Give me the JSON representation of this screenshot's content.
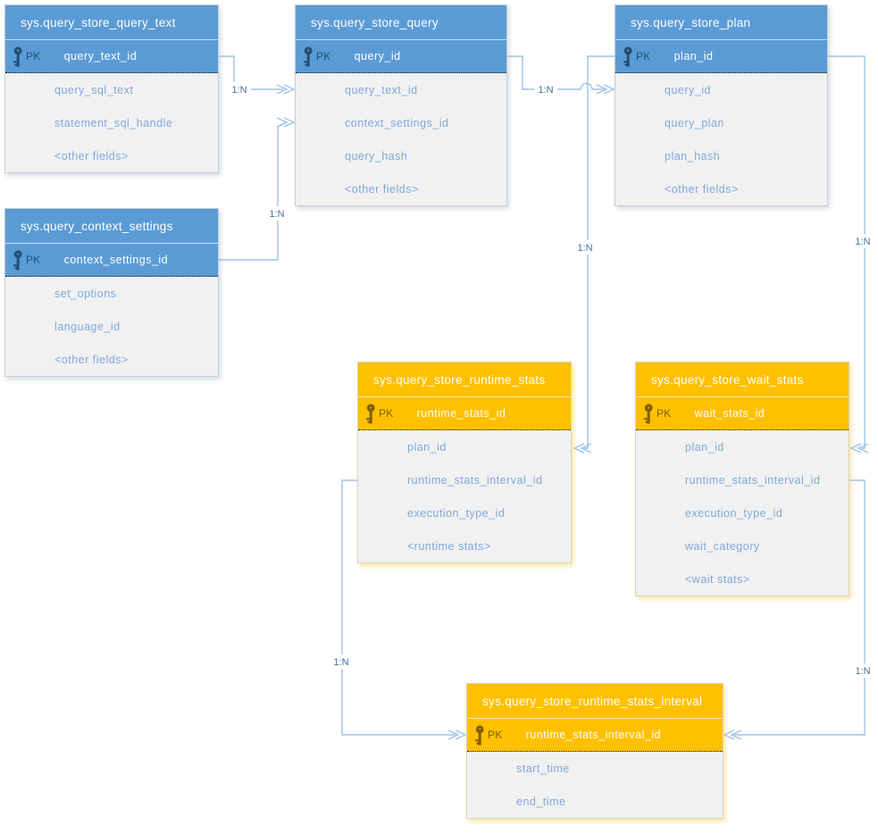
{
  "diagram": {
    "type": "entity-relationship",
    "subject": "SQL Server Query Store catalog views",
    "colors": {
      "blue_header": "#5B9BD5",
      "orange_header": "#FFC000",
      "body_background": "#F1F1F1",
      "field_text": "#7FA8DC",
      "connector_line": "#9DC3E6",
      "connector_label_text": "#41719C",
      "pk_icon_blue": "#1F4E79",
      "pk_icon_orange": "#7F6000"
    },
    "tables": [
      {
        "id": "query_text",
        "name": "sys.query_store_query_text",
        "theme": "blue",
        "pk": {
          "label": "PK",
          "field": "query_text_id"
        },
        "fields": [
          "query_sql_text",
          "statement_sql_handle",
          "<other fields>"
        ]
      },
      {
        "id": "query",
        "name": "sys.query_store_query",
        "theme": "blue",
        "pk": {
          "label": "PK",
          "field": "query_id"
        },
        "fields": [
          "query_text_id",
          "context_settings_id",
          "query_hash",
          "<other fields>"
        ]
      },
      {
        "id": "plan",
        "name": "sys.query_store_plan",
        "theme": "blue",
        "pk": {
          "label": "PK",
          "field": "plan_id"
        },
        "fields": [
          "query_id",
          "query_plan",
          "plan_hash",
          "<other fields>"
        ]
      },
      {
        "id": "context",
        "name": "sys.query_context_settings",
        "theme": "blue",
        "pk": {
          "label": "PK",
          "field": "context_settings_id"
        },
        "fields": [
          "set_options",
          "language_id",
          "<other fields>"
        ]
      },
      {
        "id": "runtime",
        "name": "sys.query_store_runtime_stats",
        "theme": "orange",
        "pk": {
          "label": "PK",
          "field": "runtime_stats_id"
        },
        "fields": [
          "plan_id",
          "runtime_stats_interval_id",
          "execution_type_id",
          "<runtime stats>"
        ]
      },
      {
        "id": "wait",
        "name": "sys.query_store_wait_stats",
        "theme": "orange",
        "pk": {
          "label": "PK",
          "field": "wait_stats_id"
        },
        "fields": [
          "plan_id",
          "runtime_stats_interval_id",
          "execution_type_id",
          "wait_category",
          "<wait stats>"
        ]
      },
      {
        "id": "interval",
        "name": "sys.query_store_runtime_stats_interval",
        "theme": "orange",
        "pk": {
          "label": "PK",
          "field": "runtime_stats_interval_id"
        },
        "fields": [
          "start_time",
          "end_time"
        ]
      }
    ],
    "connectors": [
      {
        "from": "sys.query_store_query_text.query_text_id",
        "to": "sys.query_store_query.query_text_id",
        "label": "1:N"
      },
      {
        "from": "sys.query_context_settings.context_settings_id",
        "to": "sys.query_store_query.context_settings_id",
        "label": "1:N"
      },
      {
        "from": "sys.query_store_query.query_id",
        "to": "sys.query_store_plan.query_id",
        "label": "1:N"
      },
      {
        "from": "sys.query_store_plan.plan_id",
        "to": "sys.query_store_runtime_stats.plan_id",
        "label": "1:N"
      },
      {
        "from": "sys.query_store_plan.plan_id",
        "to": "sys.query_store_wait_stats.plan_id",
        "label": "1:N"
      },
      {
        "from": "sys.query_store_runtime_stats.runtime_stats_interval_id",
        "to": "sys.query_store_runtime_stats_interval.runtime_stats_interval_id",
        "label": "1:N"
      },
      {
        "from": "sys.query_store_wait_stats.runtime_stats_interval_id",
        "to": "sys.query_store_runtime_stats_interval.runtime_stats_interval_id",
        "label": "1:N"
      }
    ]
  }
}
